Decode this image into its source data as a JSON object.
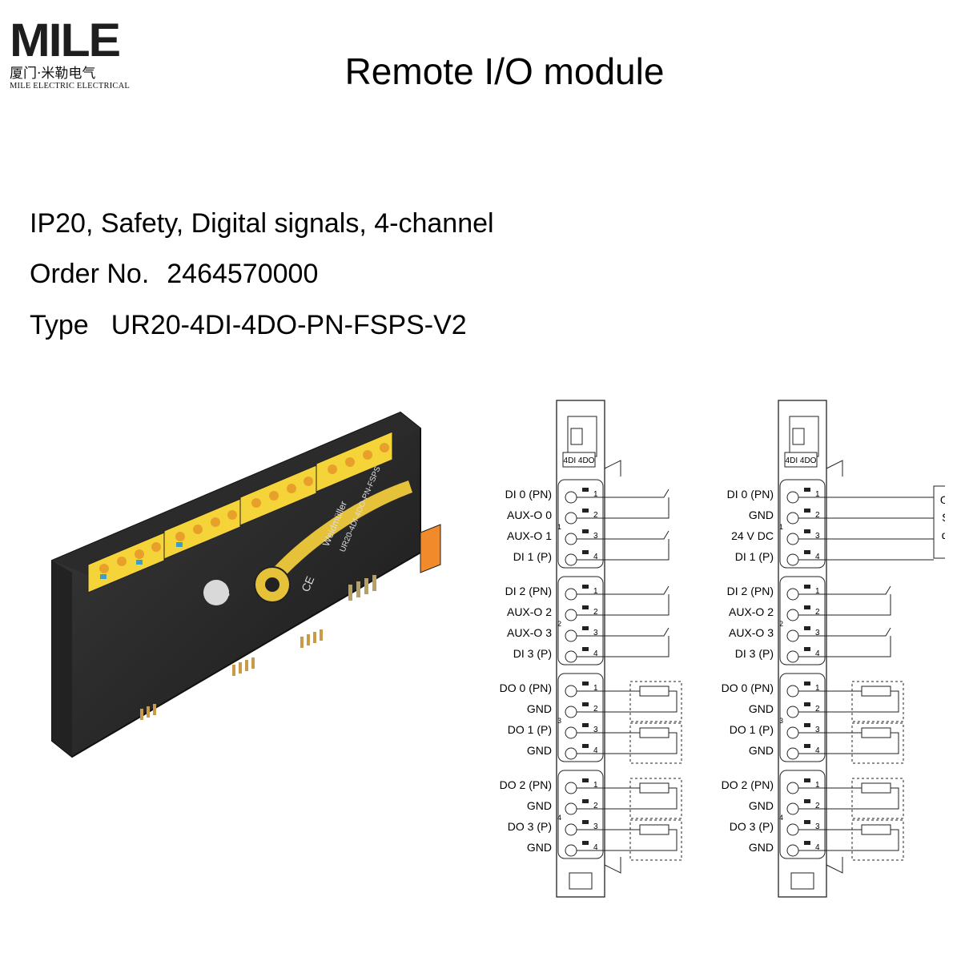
{
  "logo": {
    "mark": "MILE",
    "cn": "厦门·米勒电气",
    "en": "MILE ELECTRIC ELECTRICAL"
  },
  "title": "Remote I/O module",
  "specs": {
    "line1": "IP20, Safety, Digital signals, 4-channel",
    "order_label": "Order No.",
    "order_value": "2464570000",
    "type_label": "Type",
    "type_value": "UR20-4DI-4DO-PN-FSPS-V2"
  },
  "product_photo": {
    "brand": "Weidmüller",
    "model_text": "UR20-4DI-4DO-PN-FSPS",
    "ce_mark": "CE"
  },
  "wiring_left": {
    "module_label": "4DI 4DO",
    "labels": [
      "DI 0 (PN)",
      "AUX-O 0",
      "AUX-O 1",
      "DI 1 (P)",
      "DI 2 (PN)",
      "AUX-O 2",
      "AUX-O 3",
      "DI 3 (P)",
      "DO 0 (PN)",
      "GND",
      "DO 1 (P)",
      "GND",
      "DO 2 (PN)",
      "GND",
      "DO 3 (P)",
      "GND"
    ]
  },
  "wiring_right": {
    "module_label": "4DI 4DO",
    "labels": [
      "DI 0 (PN)",
      "GND",
      "24 V DC",
      "DI 1 (P)",
      "DI 2 (PN)",
      "AUX-O 2",
      "AUX-O 3",
      "DI 3 (P)",
      "DO 0 (PN)",
      "GND",
      "DO 1 (P)",
      "GND",
      "DO 2 (PN)",
      "GND",
      "DO 3 (P)",
      "GND"
    ],
    "device_label_1": "OSSD-",
    "device_label_2": "Safety",
    "device_label_3": "device"
  },
  "pin_numbers": [
    "1",
    "2",
    "3",
    "4"
  ],
  "group_numbers": [
    "1",
    "2",
    "3",
    "4"
  ]
}
